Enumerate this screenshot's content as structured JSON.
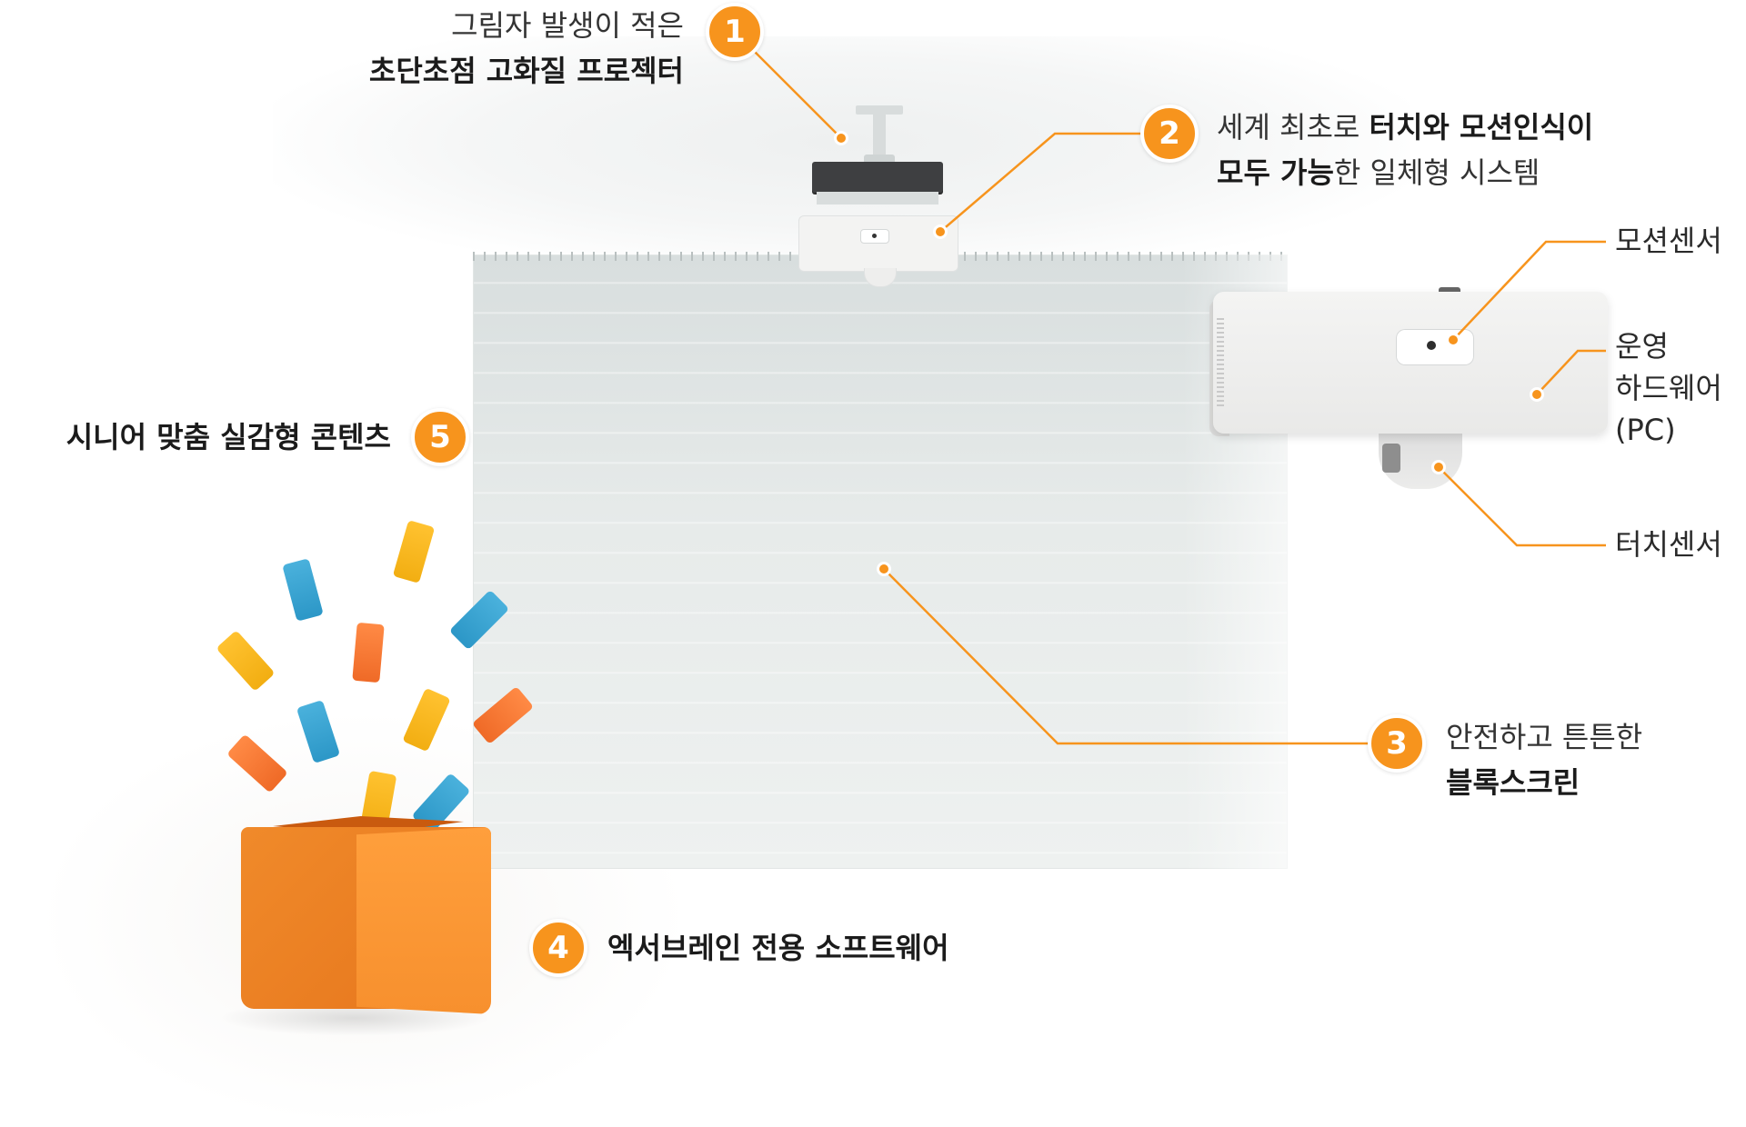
{
  "callouts": [
    {
      "num": "1",
      "line1": "그림자 발생이 적은",
      "line2": "초단초점 고화질 프로젝터"
    },
    {
      "num": "2",
      "line1_regular": "세계 최초로 ",
      "line1_bold": "터치와 모션인식이",
      "line2_bold": "모두 가능",
      "line2_regular": "한 일체형 시스템"
    },
    {
      "num": "3",
      "line1": "안전하고 튼튼한",
      "line2": "블록스크린"
    },
    {
      "num": "4",
      "line1": "엑서브레인 전용 소프트웨어"
    },
    {
      "num": "5",
      "line1": "시니어 맞춤 실감형 콘텐츠"
    }
  ],
  "sensor_parts": {
    "motion": "모션센서",
    "hardware_line1": "운영",
    "hardware_line2": "하드웨어",
    "hardware_line3": "(PC)",
    "touch": "터치센서"
  },
  "colors": {
    "accent": "#f7941d",
    "screen": "#e3e8e7",
    "box": "#f08a2a",
    "tile_yellow": "#f7b51e",
    "tile_blue": "#3aa6d3",
    "tile_orange": "#f47a36"
  }
}
